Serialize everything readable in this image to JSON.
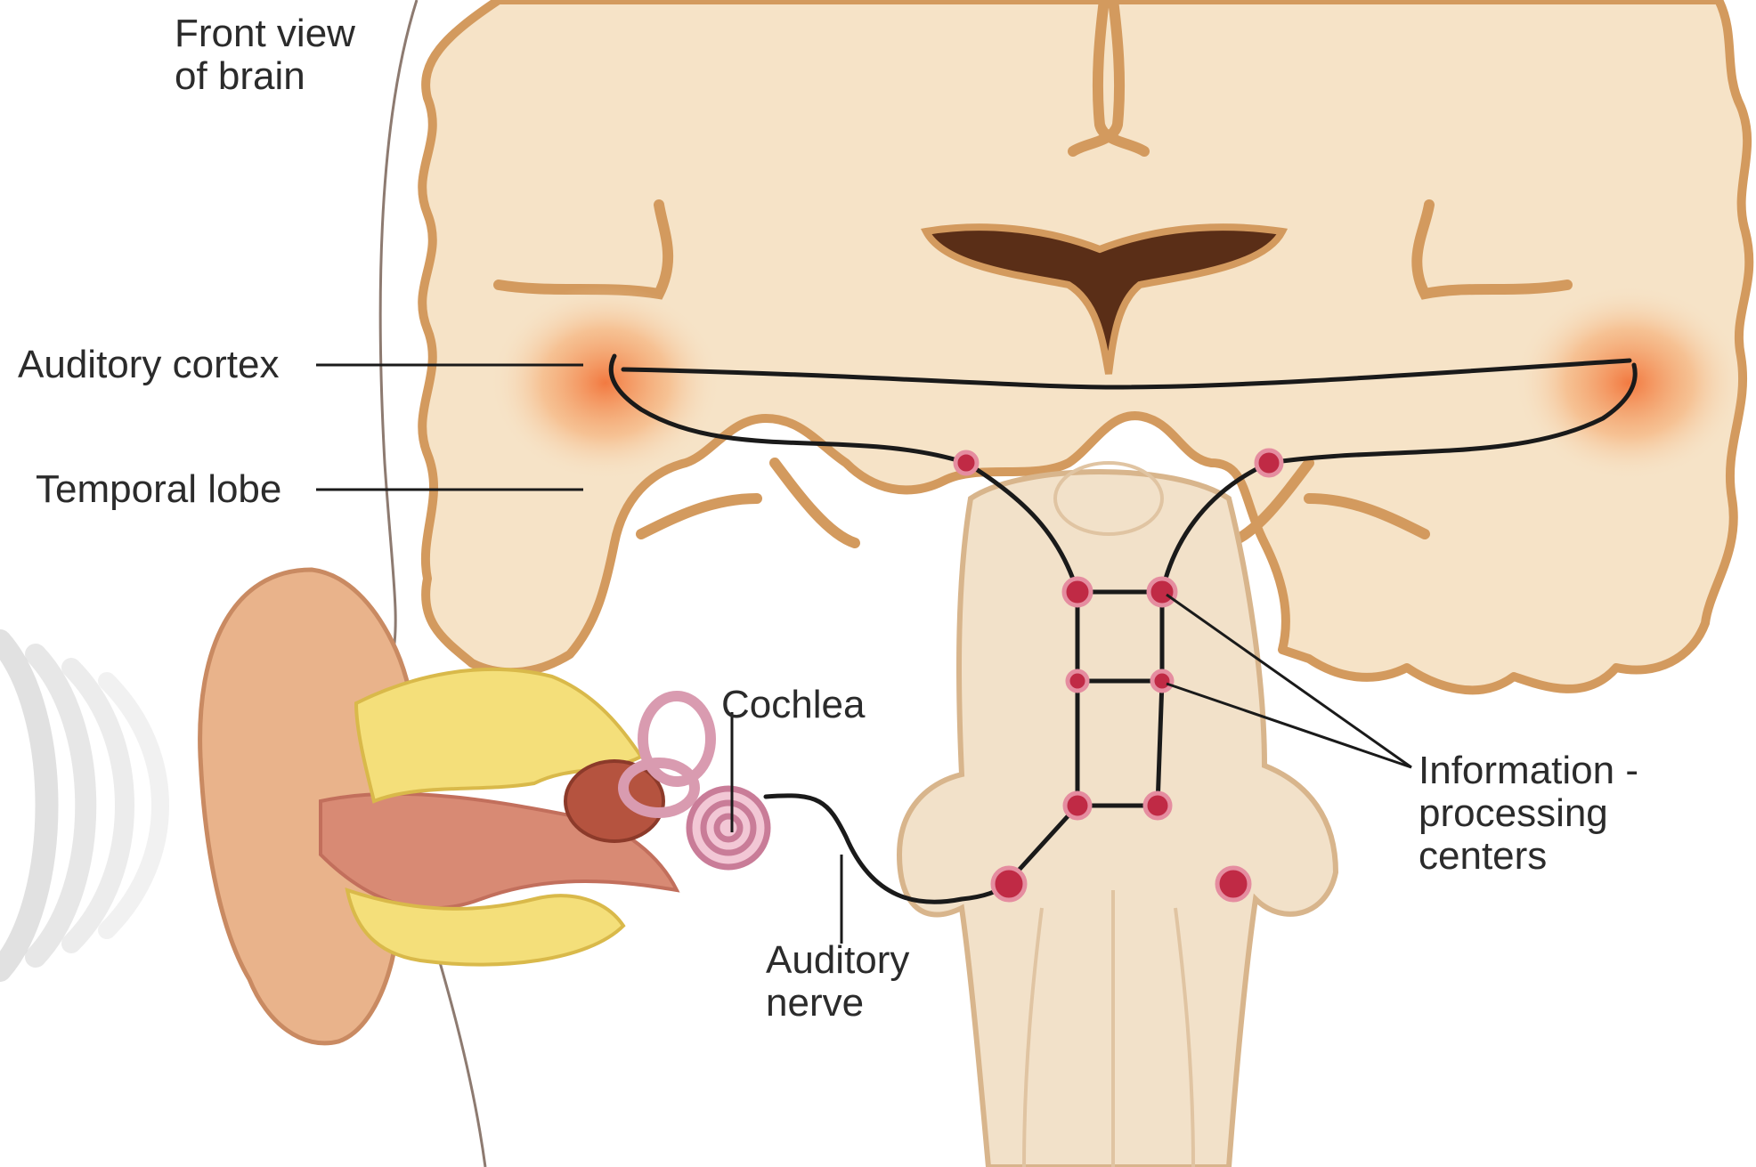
{
  "labels": {
    "front_view": [
      "Front view",
      "of brain"
    ],
    "auditory_cortex": "Auditory cortex",
    "temporal_lobe": "Temporal lobe",
    "cochlea": "Cochlea",
    "auditory_nerve": [
      "Auditory",
      "nerve"
    ],
    "processing_centers": [
      "Information -",
      "processing",
      "centers"
    ]
  },
  "colors": {
    "brain_fill": "#f6e3c7",
    "brain_outline": "#d39a5e",
    "ventricle": "#5a2e17",
    "cortex_glow": "#f2743a",
    "nerve_path": "#1a1a1a",
    "processing_node": "#c02a45",
    "ear_skin": "#e9b38b",
    "bone_yellow": "#f4df7a",
    "label_text": "#2b2b2b"
  }
}
